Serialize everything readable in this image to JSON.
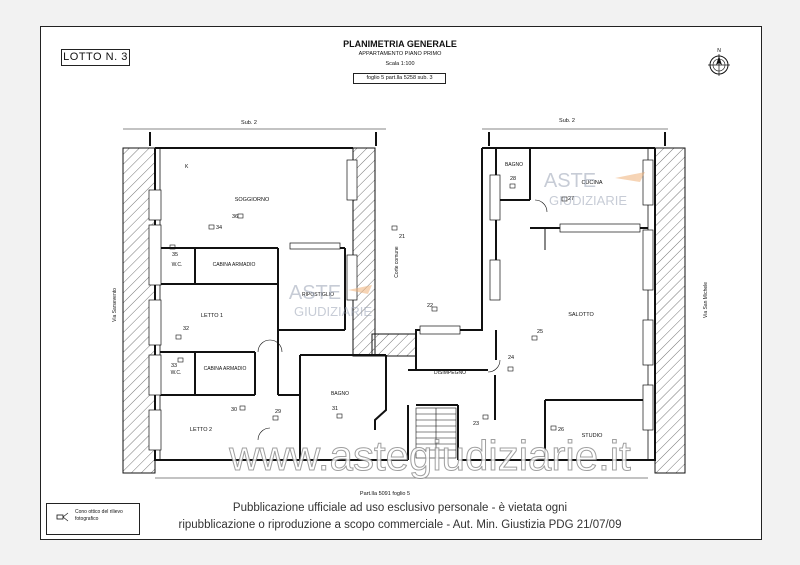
{
  "header": {
    "lot_label": "LOTTO N. 3",
    "title": "PLANIMETRIA GENERALE",
    "subtitle": "APPARTAMENTO PIANO PRIMO",
    "scale": "Scala 1:100",
    "cadastral_ref": "foglio 5 part.lla 5258 sub. 3"
  },
  "compass": {
    "label": "N",
    "icon": "north-arrow-icon"
  },
  "labels": {
    "sub_left": "Sub. 2",
    "sub_right": "Sub. 2",
    "street_left": "Via Sarsevento",
    "street_right": "Via San Michele",
    "corte_comune": "Corte comune",
    "bottom_ref": "Part.lla 5091 foglio 5",
    "k_mark": "K"
  },
  "rooms": {
    "soggiorno": "SOGGIORNO",
    "wc1": "W.C.",
    "cabina1": "CABINA ARMADIO",
    "letto1": "LETTO 1",
    "wc2": "W.C.",
    "cabina2": "CABINA ARMADIO",
    "letto2": "LETTO 2",
    "ripostiglio": "RIPOSTIGLIO",
    "bagno_center": "BAGNO",
    "bagno_right": "BAGNO",
    "cucina": "CUCINA",
    "salotto": "SALOTTO",
    "disimpegno": "DISIMPEGNO",
    "studio": "STUDIO"
  },
  "photo_points": [
    "21",
    "22",
    "23",
    "24",
    "25",
    "26",
    "27",
    "28",
    "29",
    "30",
    "31",
    "32",
    "33",
    "34",
    "35",
    "36"
  ],
  "legend": {
    "label": "Cono ottico del rilievo fotografico",
    "icon": "camera-cone-icon"
  },
  "watermarks": {
    "logo_top": "ASTE",
    "logo_bottom": "GIUDIZIARIE",
    "url": "www.astegiudiziarie.it"
  },
  "notice": {
    "line1": "Pubblicazione ufficiale ad uso esclusivo personale - è vietata ogni",
    "line2": "ripubblicazione o riproduzione a scopo commerciale - Aut. Min. Giustizia PDG 21/07/09"
  },
  "colors": {
    "wall": "#111111",
    "hatch": "#666666",
    "watermark": "#9aa3b5",
    "watermark_accent": "#f0b27a"
  }
}
